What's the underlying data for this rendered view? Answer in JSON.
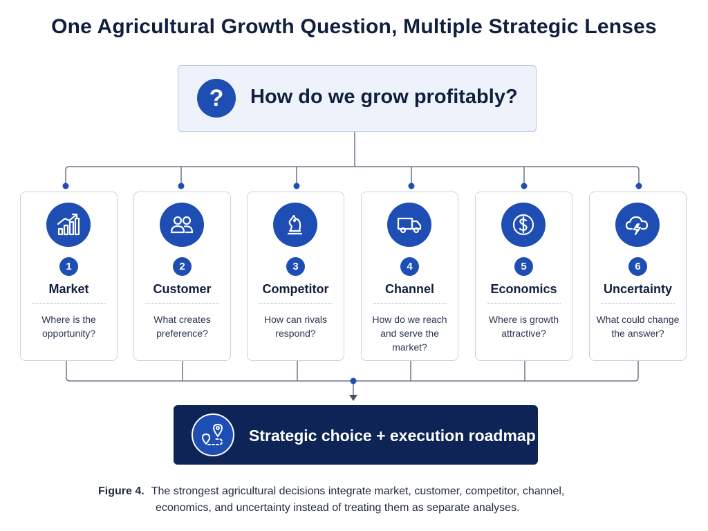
{
  "title": "One Agricultural Growth Question, Multiple Strategic Lenses",
  "question": {
    "icon": "question-mark-icon",
    "text": "How do we grow profitably?"
  },
  "lenses": [
    {
      "number": "1",
      "name": "Market",
      "question": "Where is the opportunity?",
      "icon": "growth-chart-icon"
    },
    {
      "number": "2",
      "name": "Customer",
      "question": "What creates preference?",
      "icon": "people-icon"
    },
    {
      "number": "3",
      "name": "Competitor",
      "question": "How can rivals respond?",
      "icon": "chess-knight-icon"
    },
    {
      "number": "4",
      "name": "Channel",
      "question": "How do we reach and serve the market?",
      "icon": "delivery-truck-icon"
    },
    {
      "number": "5",
      "name": "Economics",
      "question": "Where is growth attractive?",
      "icon": "dollar-icon"
    },
    {
      "number": "6",
      "name": "Uncertainty",
      "question": "What could change the answer?",
      "icon": "storm-cloud-icon"
    }
  ],
  "outcome": {
    "icon": "route-map-icon",
    "text": "Strategic choice + execution roadmap"
  },
  "caption": {
    "label": "Figure 4.",
    "line1": "The  strongest agricultural decisions integrate market, customer, competitor, channel,",
    "line2": "economics, and uncertainty instead of treating them as separate analyses."
  },
  "colors": {
    "primary": "#1e4db3",
    "navy": "#0e2456",
    "text": "#0f1f3d",
    "connector": "#6b7385"
  }
}
